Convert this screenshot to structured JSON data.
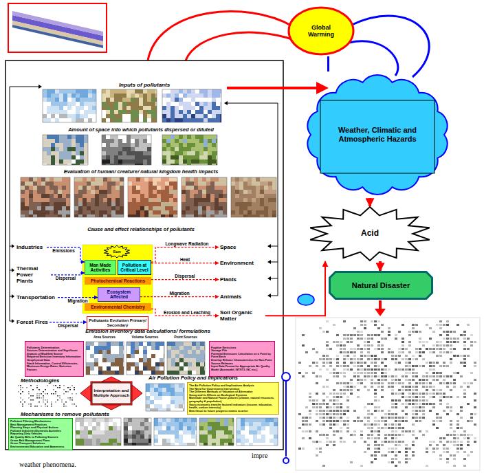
{
  "diagram": {
    "nodes": [
      {
        "text": [
          "Global Warming"
        ]
      },
      {
        "text": [
          "Weather, Climatic and Atmospheric Hazards"
        ]
      },
      {
        "text": [
          "Acid"
        ]
      },
      {
        "text": [
          "Natural Disaster"
        ]
      },
      {
        "text": [
          "Industries"
        ]
      },
      {
        "text": [
          "Thermal Power Plants"
        ]
      },
      {
        "text": [
          "Transportation"
        ]
      },
      {
        "text": [
          "Forest Fires"
        ]
      },
      {
        "text": [
          "Sun"
        ]
      },
      {
        "text": [
          "Man Made Activities"
        ]
      },
      {
        "text": [
          "Pollution at Critical Level"
        ]
      },
      {
        "text": [
          "Photochemical Reactions"
        ]
      },
      {
        "text": [
          "Ecosystem Affected"
        ]
      },
      {
        "text": [
          "Environmental Chemistry"
        ]
      },
      {
        "text": [
          "Pollutants Evolution Primary/ Secondary"
        ]
      },
      {
        "text": [
          "Space"
        ]
      },
      {
        "text": [
          "Environment"
        ]
      },
      {
        "text": [
          "Plants"
        ]
      },
      {
        "text": [
          "Animals"
        ]
      },
      {
        "text": [
          "Soil Organic Matter"
        ]
      },
      {
        "text": [
          "Pollutants Determination",
          "Sources Determination and Significant Impacts of Modified Source",
          "Required Emission Inventory Information",
          "Geophysical Data",
          "Stack Information, Control Efficiencies, Maximum Design Rates, Emission Factors"
        ]
      },
      {
        "text": [
          "Fugitive Emissions",
          "Storage Pile",
          "Potential Emissions Calculation on a Point by Point Basis",
          "Develop Release Characteristics for Non-Point Source Releases",
          "Input Data Format for Appropriate Air Quality Model (Ausmodel, ISTST3, ISC etc.)"
        ]
      },
      {
        "text": [
          "Interpretation and Multiple Approach"
        ]
      },
      {
        "text": [
          "The Air Pollution Policy and Implications Analysis",
          "The Need for Government Intervention",
          "The Different Methods of Valuation of Alternative",
          "Smog and its Effects on Ecological Systems",
          "Manmade and Natural Factor policies (climate, natural resources, geography & population)",
          "Socio economic transfer factoral indicators (income, education, health, carbon intensity)",
          "New thrust to future progress means to arise"
        ]
      },
      {
        "text": [
          "Pollutant Filtering Mechanisms",
          "Best Management Practices",
          "Planning Steps and Physical Actions",
          "Polluted Industries/Domestic Activities",
          "Reporting Dirty Vehicles",
          "Air Quality Bills to Polluting Sources",
          "Green Belt Management Plans",
          "Green Transport Solutions",
          "Environmental Education and Awareness"
        ]
      }
    ],
    "edges": [
      {
        "from": 4,
        "to": 9,
        "label": "Emissions",
        "arrow": "to"
      },
      {
        "from": 5,
        "to": 9,
        "label": "Dispersal",
        "arrow": "to"
      },
      {
        "from": 6,
        "to": 12,
        "label": "Migration",
        "arrow": "to"
      },
      {
        "from": 7,
        "to": 14,
        "label": "Dispersal",
        "arrow": "to"
      },
      {
        "from": 10,
        "to": 15,
        "label": "Longwave Radiation",
        "arrow": "to"
      },
      {
        "from": 10,
        "to": 16,
        "label": "Heat",
        "arrow": "to"
      },
      {
        "from": 11,
        "to": 17,
        "label": "Dispersal",
        "arrow": "to"
      },
      {
        "from": 12,
        "to": 18,
        "label": "Migration",
        "arrow": "to"
      },
      {
        "from": 13,
        "to": 19,
        "label": "Erosion and Leaching",
        "arrow": "to"
      },
      {
        "from": 0,
        "to": 1,
        "arrow": "none"
      },
      {
        "from": 1,
        "to": 2,
        "arrow": "to"
      },
      {
        "from": 2,
        "to": 3,
        "arrow": "to"
      },
      {
        "from": 19,
        "to": 2,
        "arrow": "to"
      }
    ],
    "labels": [
      "Inputs of pollutants",
      "Amount of space into which pollutants dispersed or diluted",
      "Evaluation of human/ creature/ natural kingdom health impacts",
      "Cause and effect relationships of pollutants",
      "Emission inventory data calculations/ formulations",
      "Area Sources",
      "Volume Sources",
      "Point Sources",
      "Methodologies",
      "Air Pollution Policy and Implications",
      "Mechanisms to remove pollutants",
      "impre",
      "weather phenomena."
    ]
  }
}
